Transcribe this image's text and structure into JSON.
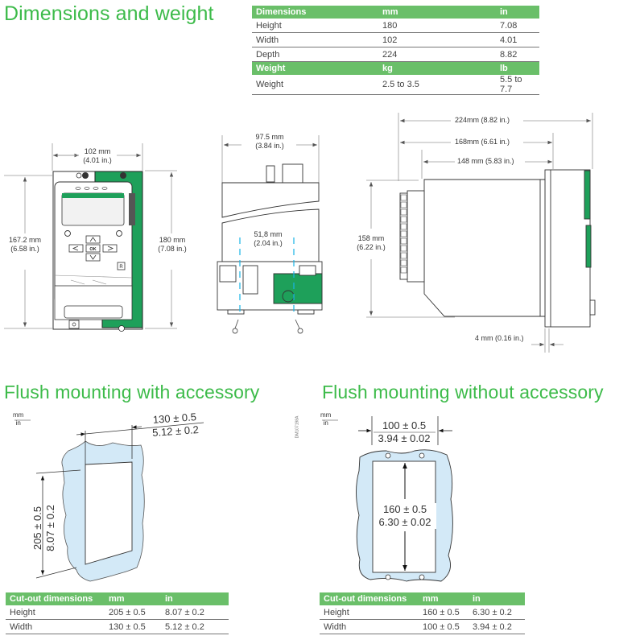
{
  "headings": {
    "dimensions_weight": "Dimensions and weight",
    "flush_with_accessory": "Flush mounting with accessory",
    "flush_without_accessory": "Flush mounting without accessory"
  },
  "spec_table": {
    "dimensions_header": [
      "Dimensions",
      "mm",
      "in"
    ],
    "dimensions_rows": [
      [
        "Height",
        "180",
        "7.08"
      ],
      [
        "Width",
        "102",
        "4.01"
      ],
      [
        "Depth",
        "224",
        "8.82"
      ]
    ],
    "weight_header": [
      "Weight",
      "kg",
      "lb"
    ],
    "weight_rows": [
      [
        "Weight",
        "2.5 to 3.5",
        "5.5 to 7.7"
      ]
    ]
  },
  "front_view": {
    "width_mm": "102 mm",
    "width_in": "(4.01 in.)",
    "left_height_mm": "167.2 mm",
    "left_height_in": "(6.58 in.)",
    "right_height_mm": "180 mm",
    "right_height_in": "(7.08 in.)",
    "ok_label": "OK",
    "r_label": "R"
  },
  "top_view": {
    "width_mm": "97.5 mm",
    "width_in": "(3.84 in.)",
    "screw_spacing_mm": "51,8 mm",
    "screw_spacing_in": "(2.04 in.)"
  },
  "side_view": {
    "depth_total": "224mm (8.82 in.)",
    "depth_mid": "168mm (6.61 in.)",
    "depth_body": "148 mm (5.83 in.)",
    "height_mm": "158 mm",
    "height_in": "(6.22 in.)",
    "bezel": "4 mm (0.16 in.)"
  },
  "cutout_with_accessory": {
    "unit_top": "mm",
    "unit_bottom": "in",
    "width_mm": "130 ± 0.5",
    "width_in": "5.12 ± 0.2",
    "height_mm": "205 ± 0.5",
    "height_in": "8.07 ± 0.2",
    "table_header": [
      "Cut-out dimensions",
      "mm",
      "in"
    ],
    "table_rows": [
      [
        "Height",
        "205 ± 0.5",
        "8.07 ± 0.2"
      ],
      [
        "Width",
        "130 ± 0.5",
        "5.12 ± 0.2"
      ]
    ]
  },
  "cutout_without_accessory": {
    "ref_code": "DM107198A",
    "unit_top": "mm",
    "unit_bottom": "in",
    "width_mm": "100 ± 0.5",
    "width_in": "3.94 ± 0.02",
    "height_mm": "160 ± 0.5",
    "height_in": "6.30 ± 0.02",
    "table_header": [
      "Cut-out dimensions",
      "mm",
      "in"
    ],
    "table_rows": [
      [
        "Height",
        "160 ± 0.5",
        "6.30 ± 0.2"
      ],
      [
        "Width",
        "100 ± 0.5",
        "3.94 ± 0.2"
      ]
    ]
  },
  "colors": {
    "heading_green": "#3dbb4a",
    "table_header_green": "#6abf69",
    "pcb_green": "#1ea05a",
    "panel_blue": "#d3e9f7",
    "guide_cyan": "#19b3e6"
  }
}
